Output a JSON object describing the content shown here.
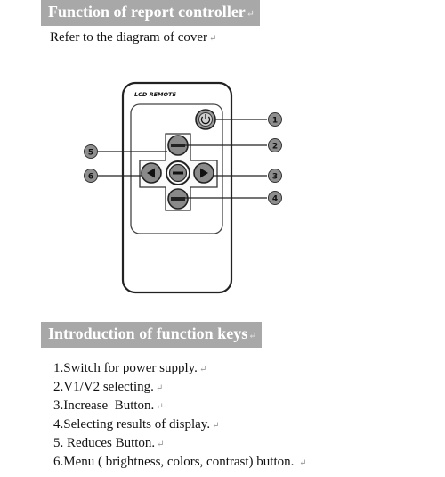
{
  "section1": {
    "title": "Function of report controller",
    "intro": "Refer to the diagram of cover"
  },
  "remote": {
    "brand_label": "LCD REMOTE",
    "callouts": [
      "1",
      "2",
      "3",
      "4",
      "5",
      "6"
    ]
  },
  "section2": {
    "title": "Introduction of function keys",
    "items": [
      "1.Switch for power supply.",
      "2.V1/V2 selecting.",
      "3.Increase  Button.",
      "4.Selecting results of display.",
      "5. Reduces Button.",
      "6.Menu ( brightness, colors, contrast) button. "
    ]
  },
  "paragraph_mark": "↵"
}
